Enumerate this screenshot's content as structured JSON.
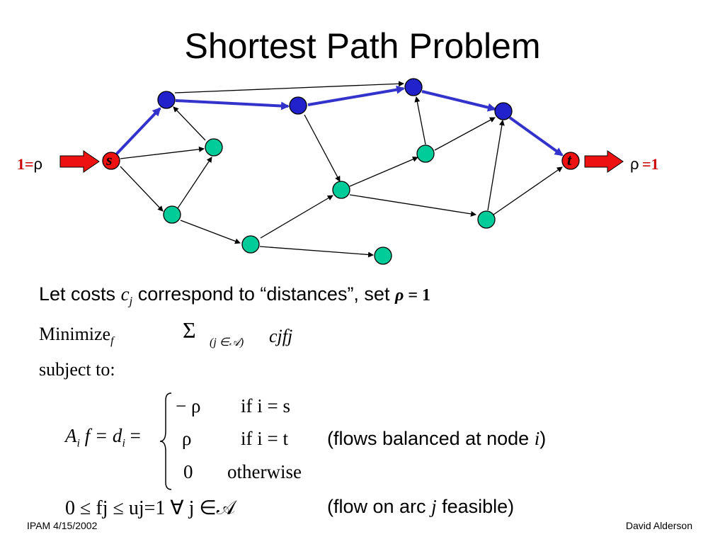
{
  "title": "Shortest Path Problem",
  "diagram": {
    "source_label": "s",
    "sink_label": "t",
    "input_flow_prefix": "1=",
    "input_flow_symbol": "ρ",
    "output_flow_symbol": "ρ",
    "output_flow_suffix": "=1",
    "colors": {
      "path_node": "#2222cc",
      "other_node": "#00cc99",
      "terminal_node": "#ee1111",
      "path_arc": "#3333cc",
      "arrow_fill": "#ee1111"
    }
  },
  "text": {
    "line1_prefix": "Let costs ",
    "line1_c": "c",
    "line1_j": "j",
    "line1_mid": " correspond to “distances”, set ",
    "line1_rho": "ρ",
    "line1_eq": " = 1",
    "minimize": "Minimize",
    "minimize_sub": "f",
    "sum_symbol": "Σ",
    "sum_index": "(j ∈𝒜)",
    "objective": "cjfj",
    "subject_to": "subject to:",
    "constraint_lhs": "A",
    "constraint_lhs_sub": "i",
    "constraint_mid": " f = d",
    "constraint_mid_sub": "i",
    "constraint_eq": " =",
    "case1_value": "− ρ",
    "case1_cond": "if i = s",
    "case2_value": "ρ",
    "case2_cond": "if i = t",
    "case3_value": "0",
    "case3_cond": "otherwise",
    "flow_balance_note_prefix": "(flows balanced at node ",
    "flow_balance_note_var": "i",
    "flow_balance_note_suffix": ")",
    "capacity_constraint": "0 ≤ fj ≤ uj=1 ∀ j ∈𝒜",
    "capacity_note_prefix": "(flow on arc ",
    "capacity_note_var": "j",
    "capacity_note_suffix": " feasible)"
  },
  "footer": {
    "left": "IPAM 4/15/2002",
    "right": "David Alderson"
  }
}
